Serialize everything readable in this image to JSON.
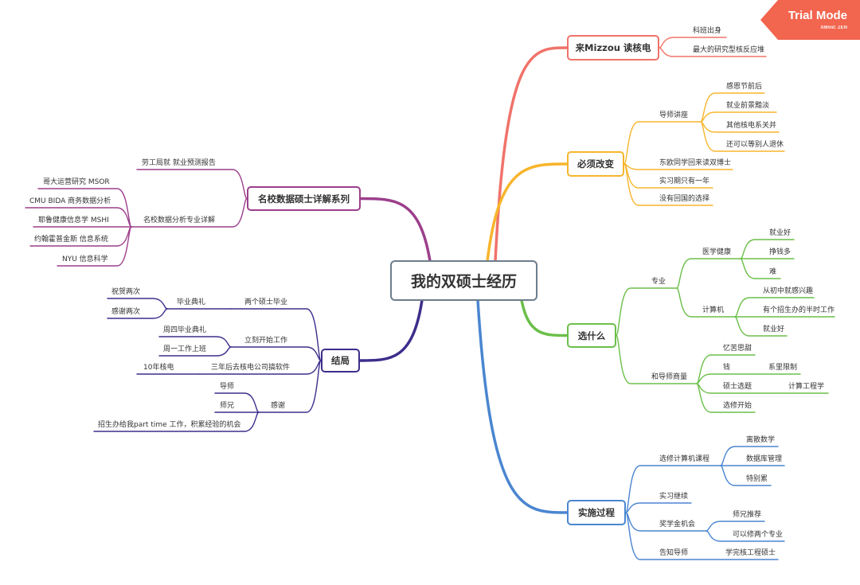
{
  "center": "我的双硕士经历",
  "badge": {
    "title": "Trial Mode",
    "subtitle": "XMind: ZEN",
    "color": "#f2654f"
  },
  "branches": [
    {
      "label": "来Mizzou 读核电",
      "color": "#f0736a",
      "children": [
        {
          "label": "科班出身"
        },
        {
          "label": "最大的研究型核反应堆"
        }
      ]
    },
    {
      "label": "必须改变",
      "color": "#f7b52c",
      "children": [
        {
          "label": "导师讲座",
          "children": [
            {
              "label": "感恩节前后"
            },
            {
              "label": "就业前景黯淡"
            },
            {
              "label": "其他核电系关并"
            },
            {
              "label": "还可以等别人退休"
            }
          ]
        },
        {
          "label": "东欧同学回来读双博士"
        },
        {
          "label": "实习期只有一年"
        },
        {
          "label": "没有回国的选择"
        }
      ]
    },
    {
      "label": "选什么",
      "color": "#6bbf4a",
      "children": [
        {
          "label": "专业",
          "children": [
            {
              "label": "医学健康",
              "children": [
                {
                  "label": "就业好"
                },
                {
                  "label": "挣钱多"
                },
                {
                  "label": "难"
                }
              ]
            },
            {
              "label": "计算机",
              "children": [
                {
                  "label": "从初中就感兴趣"
                },
                {
                  "label": "有个招生办的半时工作"
                },
                {
                  "label": "就业好"
                }
              ]
            }
          ]
        },
        {
          "label": "和导师商量",
          "children": [
            {
              "label": "忆苦思甜"
            },
            {
              "label": "钱",
              "children": [
                {
                  "label": "系里限制"
                }
              ]
            },
            {
              "label": "硕士选题",
              "children": [
                {
                  "label": "计算工程学"
                }
              ]
            },
            {
              "label": "选修开始"
            }
          ]
        }
      ]
    },
    {
      "label": "实施过程",
      "color": "#4a86d0",
      "children": [
        {
          "label": "选修计算机课程",
          "children": [
            {
              "label": "离散数学"
            },
            {
              "label": "数据库管理"
            },
            {
              "label": "特别累"
            }
          ]
        },
        {
          "label": "实习继续"
        },
        {
          "label": "奖学金机会",
          "children": [
            {
              "label": "师兄推荐"
            },
            {
              "label": "可以修两个专业"
            }
          ]
        },
        {
          "label": "告知导师",
          "children": [
            {
              "label": "学完核工程硕士"
            }
          ]
        }
      ]
    },
    {
      "label": "名校数据硕士详解系列",
      "color": "#9c3f8c",
      "children": [
        {
          "label": "劳工局就 就业预测报告"
        },
        {
          "label": "名校数据分析专业详解",
          "children": [
            {
              "label": "哥大运营研究 MSOR"
            },
            {
              "label": "CMU BIDA 商务数据分析"
            },
            {
              "label": "耶鲁健康信息学 MSHI"
            },
            {
              "label": "约翰霍普金斯 信息系统"
            },
            {
              "label": "NYU 信息科学"
            }
          ]
        }
      ]
    },
    {
      "label": "结局",
      "color": "#3d2e8c",
      "children": [
        {
          "label": "两个硕士毕业",
          "children": [
            {
              "label": "毕业典礼",
              "children": [
                {
                  "label": "祝贺两次"
                },
                {
                  "label": "感谢两次"
                }
              ]
            }
          ]
        },
        {
          "label": "立刻开始工作",
          "children": [
            {
              "label": "周四毕业典礼"
            },
            {
              "label": "周一工作上班"
            }
          ]
        },
        {
          "label": "三年后去核电公司搞软件",
          "children": [
            {
              "label": "10年核电"
            }
          ]
        },
        {
          "label": "感谢",
          "children": [
            {
              "label": "导师"
            },
            {
              "label": "师兄"
            },
            {
              "label": "招生办给我part time 工作，积累经验的机会"
            }
          ]
        }
      ]
    }
  ]
}
